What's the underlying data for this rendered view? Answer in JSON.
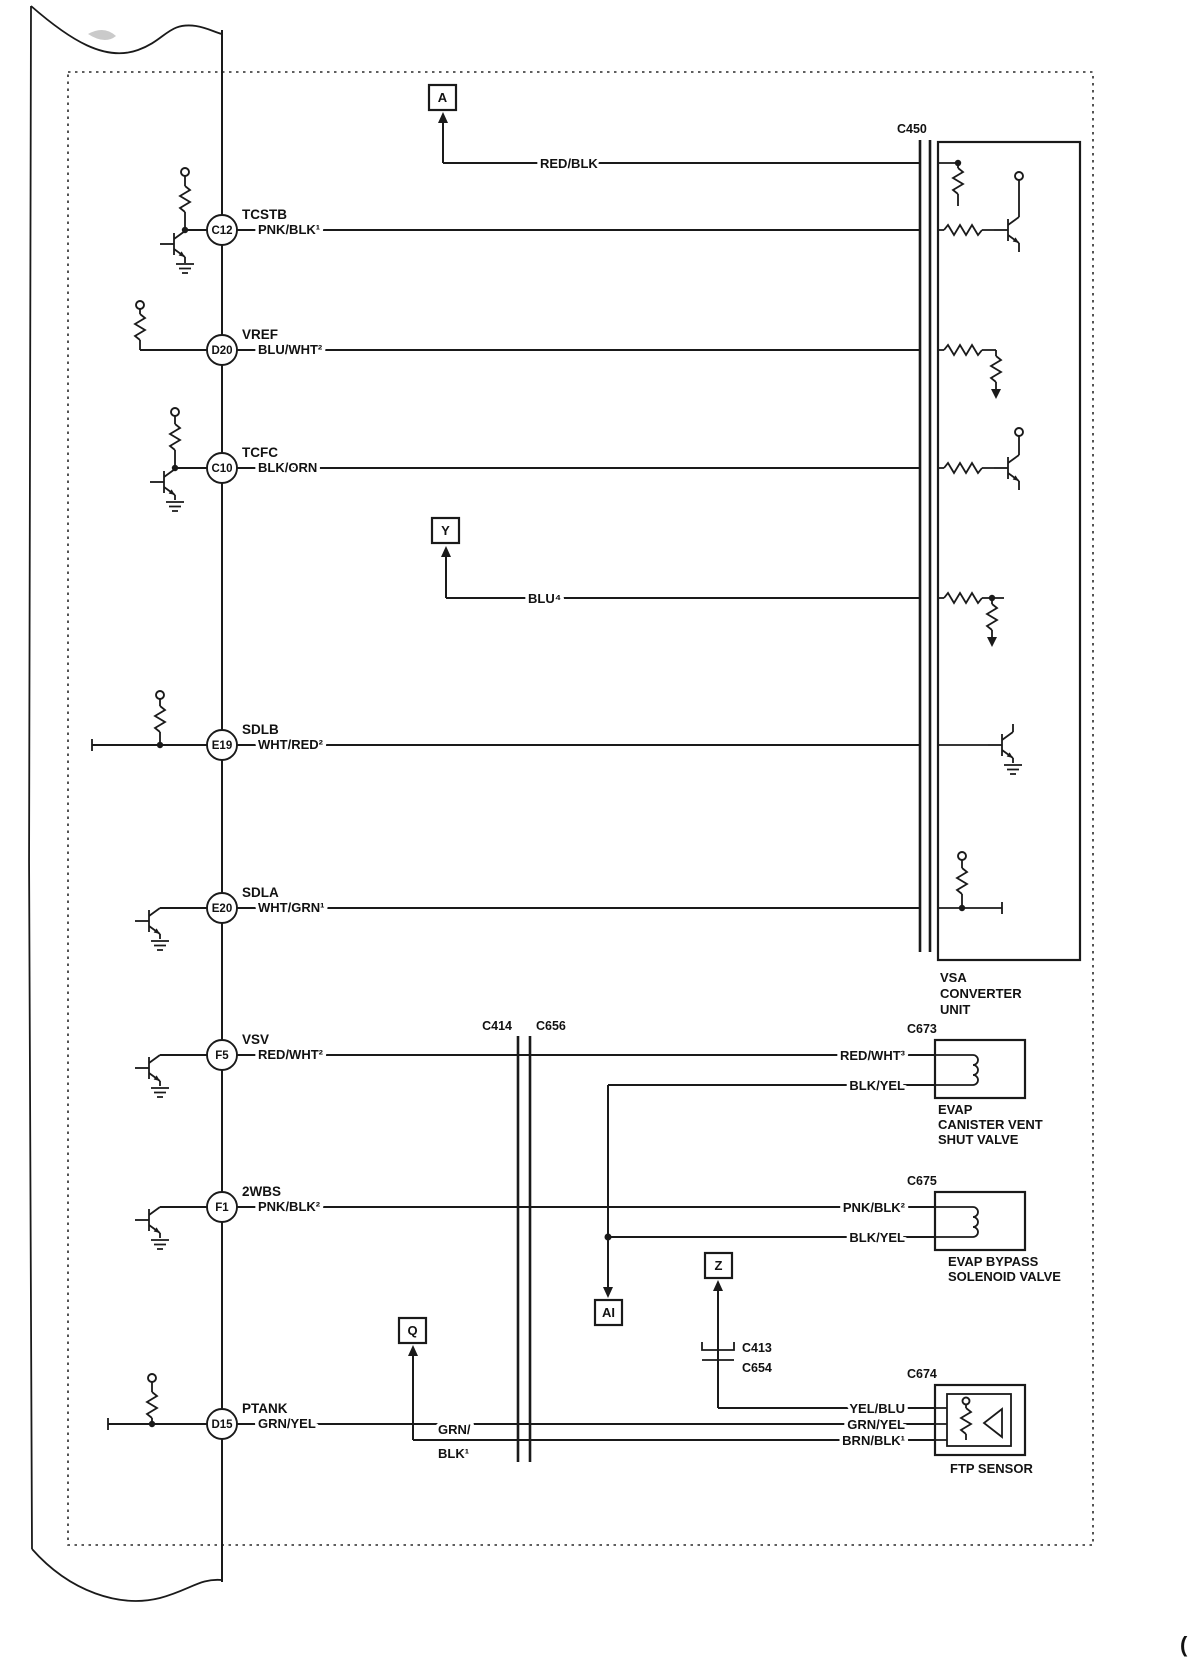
{
  "diagram": {
    "artifact_paren": "(",
    "boxes": {
      "a": "A",
      "y": "Y",
      "q": "Q",
      "ai": "AI",
      "z": "Z"
    },
    "pins": [
      {
        "id": "C12",
        "signal": "TCSTB",
        "wire": "PNK/BLK¹"
      },
      {
        "id": "D20",
        "signal": "VREF",
        "wire": "BLU/WHT²"
      },
      {
        "id": "C10",
        "signal": "TCFC",
        "wire": "BLK/ORN"
      },
      {
        "id": "E19",
        "signal": "SDLB",
        "wire": "WHT/RED²"
      },
      {
        "id": "E20",
        "signal": "SDLA",
        "wire": "WHT/GRN¹"
      },
      {
        "id": "F5",
        "signal": "VSV",
        "wire": "RED/WHT²"
      },
      {
        "id": "F1",
        "signal": "2WBS",
        "wire": "PNK/BLK²"
      },
      {
        "id": "D15",
        "signal": "PTANK",
        "wire": "GRN/YEL"
      }
    ],
    "wire_labels": {
      "red_blk": "RED/BLK",
      "blu4": "BLU⁴",
      "red_wht3": "RED/WHT³",
      "blk_yel_vent": "BLK/YEL",
      "pnk_blk2": "PNK/BLK²",
      "blk_yel_bypass": "BLK/YEL",
      "yel_blu": "YEL/BLU",
      "grn_yel": "GRN/YEL",
      "brn_blk1": "BRN/BLK¹",
      "grn_blk1_line1": "GRN/",
      "grn_blk1_line2": "BLK¹"
    },
    "connectors": {
      "c450": "C450",
      "c414": "C414",
      "c656": "C656",
      "c673": "C673",
      "c675": "C675",
      "c674": "C674",
      "c413": "C413",
      "c654": "C654"
    },
    "components": {
      "vsa_line1": "VSA",
      "vsa_line2": "CONVERTER",
      "vsa_line3": "UNIT",
      "vent_line1": "EVAP",
      "vent_line2": "CANISTER VENT",
      "vent_line3": "SHUT VALVE",
      "bypass_line1": "EVAP BYPASS",
      "bypass_line2": "SOLENOID VALVE",
      "ftp": "FTP SENSOR"
    }
  }
}
